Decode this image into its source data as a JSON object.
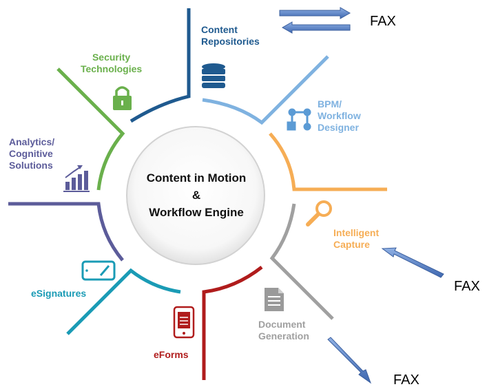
{
  "center": {
    "line1": "Content in Motion",
    "line2": "&",
    "line3": "Workflow Engine"
  },
  "segments": [
    {
      "id": "content-repositories",
      "label_lines": [
        "Content",
        "Repositories"
      ],
      "color": "#1f5a8f",
      "icon": "database-icon"
    },
    {
      "id": "bpm-workflow",
      "label_lines": [
        "BPM/",
        "Workflow",
        "Designer"
      ],
      "color": "#7fb2e0",
      "icon": "workflow-icon"
    },
    {
      "id": "intelligent-capture",
      "label_lines": [
        "Intelligent",
        "Capture"
      ],
      "color": "#f6ad55",
      "icon": "magnifier-icon"
    },
    {
      "id": "document-generation",
      "label_lines": [
        "Document",
        "Generation"
      ],
      "color": "#a0a0a0",
      "icon": "document-icon"
    },
    {
      "id": "eforms",
      "label_lines": [
        "eForms"
      ],
      "color": "#b01c1c",
      "icon": "tablet-form-icon"
    },
    {
      "id": "esignatures",
      "label_lines": [
        "eSignatures"
      ],
      "color": "#1a9bb5",
      "icon": "tablet-pen-icon"
    },
    {
      "id": "analytics",
      "label_lines": [
        "Analytics/",
        "Cognitive",
        "Solutions"
      ],
      "color": "#5c5c9a",
      "icon": "bar-chart-icon"
    },
    {
      "id": "security",
      "label_lines": [
        "Security",
        "Technologies"
      ],
      "color": "#6ab04c",
      "icon": "lock-icon"
    }
  ],
  "fax": {
    "top": "FAX",
    "right": "FAX",
    "bottom": "FAX"
  },
  "arrow_color": "#4a73b8"
}
